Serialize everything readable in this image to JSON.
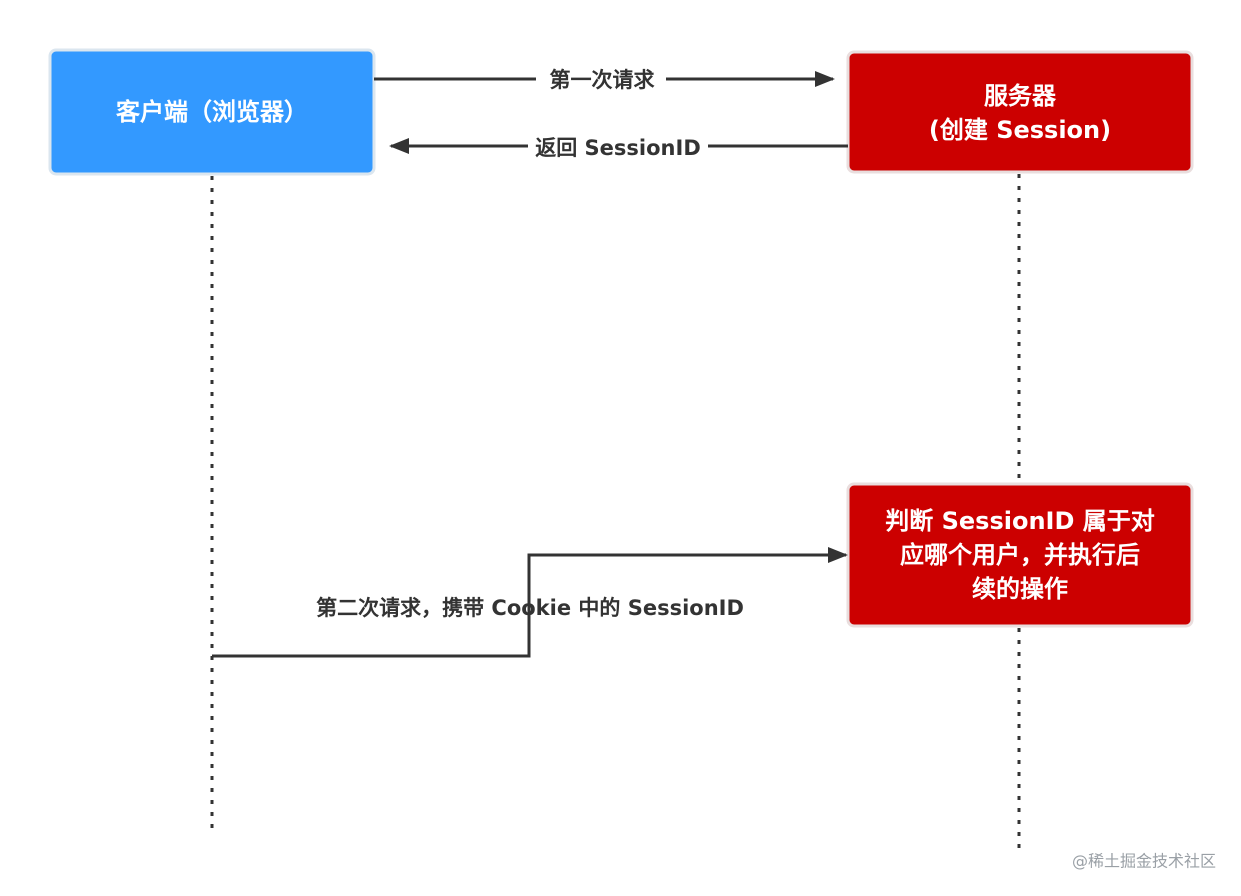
{
  "nodes": {
    "client": {
      "label": "客户端（浏览器）",
      "color": "#3399ff"
    },
    "server": {
      "lines": [
        "服务器",
        "(创建 Session)"
      ],
      "color": "#cc0000"
    },
    "judge": {
      "lines": [
        "判断 SessionID 属于对",
        "应哪个用户，并执行后",
        "续的操作"
      ],
      "color": "#cc0000"
    }
  },
  "edges": {
    "first_request": "第一次请求",
    "return_session": "返回 SessionID",
    "second_request": "第二次请求，携带 Cookie 中的 SessionID"
  },
  "watermark": "@稀土掘金技术社区"
}
